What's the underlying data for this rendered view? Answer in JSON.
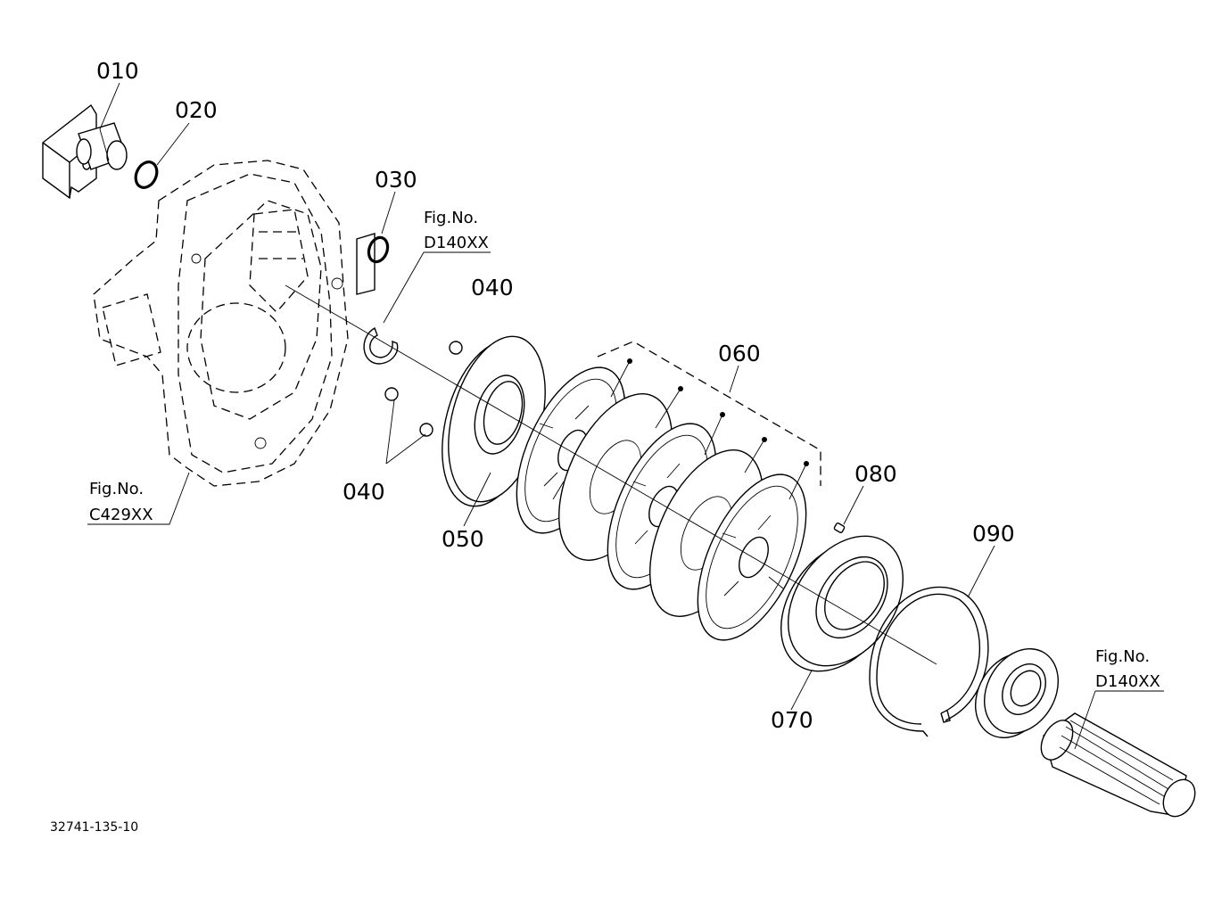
{
  "diagram": {
    "part_labels": {
      "p010": "010",
      "p020": "020",
      "p030": "030",
      "p040_top": "040",
      "p040_bottom": "040",
      "p050": "050",
      "p060": "060",
      "p070": "070",
      "p080": "080",
      "p090": "090"
    },
    "figure_refs": {
      "housing": {
        "label": "Fig.No.",
        "code": "C429XX"
      },
      "snap_ring": {
        "label": "Fig.No.",
        "code": "D140XX"
      },
      "shaft": {
        "label": "Fig.No.",
        "code": "D140XX"
      }
    },
    "drawing_number": "32741-135-10"
  }
}
